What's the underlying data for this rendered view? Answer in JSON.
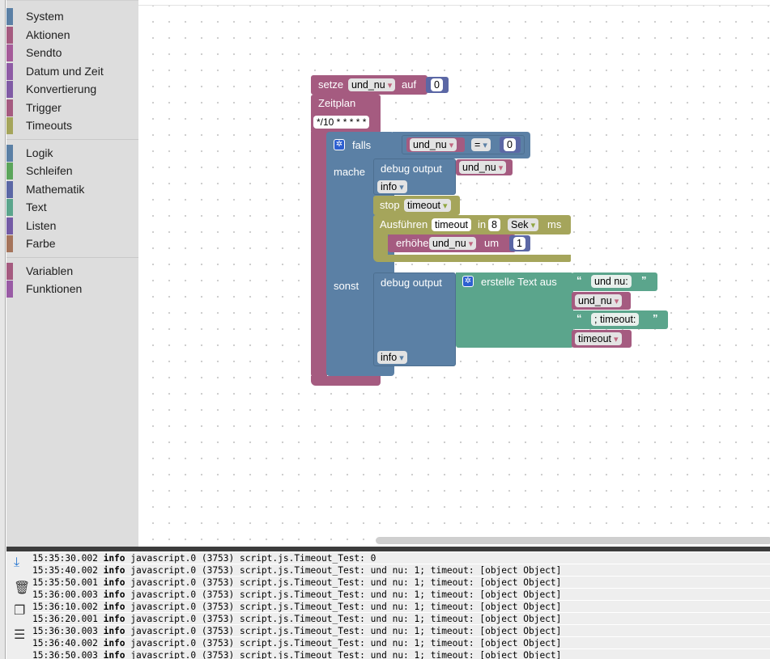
{
  "toolbox": {
    "groups": [
      [
        {
          "label": "System",
          "color": "#5b80a5"
        },
        {
          "label": "Aktionen",
          "color": "#a55b80"
        },
        {
          "label": "Sendto",
          "color": "#a55b99"
        },
        {
          "label": "Datum und Zeit",
          "color": "#8e5ba5"
        },
        {
          "label": "Konvertierung",
          "color": "#805ba5"
        },
        {
          "label": "Trigger",
          "color": "#a55b80"
        },
        {
          "label": "Timeouts",
          "color": "#a5a55b"
        }
      ],
      [
        {
          "label": "Logik",
          "color": "#5b80a5"
        },
        {
          "label": "Schleifen",
          "color": "#5ba55b"
        },
        {
          "label": "Mathematik",
          "color": "#5b67a5"
        },
        {
          "label": "Text",
          "color": "#5ba58c"
        },
        {
          "label": "Listen",
          "color": "#745ba5"
        },
        {
          "label": "Farbe",
          "color": "#a5745b"
        }
      ],
      [
        {
          "label": "Variablen",
          "color": "#a55b80"
        },
        {
          "label": "Funktionen",
          "color": "#995ba5"
        }
      ]
    ]
  },
  "blocks": {
    "set": {
      "label_set": "setze",
      "var": "und_nu",
      "label_to": "auf",
      "value": "0"
    },
    "schedule": {
      "label": "Zeitplan",
      "cron": "*/10 * * * * *"
    },
    "if": {
      "label_if": "falls",
      "label_do": "mache",
      "label_else": "sonst"
    },
    "compare": {
      "var": "und_nu",
      "op": "=",
      "value": "0"
    },
    "debug1": {
      "label": "debug output",
      "var": "und_nu",
      "level": "info"
    },
    "stop": {
      "label": "stop",
      "name": "timeout"
    },
    "run": {
      "label": "Ausführen",
      "name": "timeout",
      "label_in": "in",
      "delay": "8",
      "unit": "Sek",
      "label_ms": "ms"
    },
    "increment": {
      "label": "erhöhe",
      "var": "und_nu",
      "label_by": "um",
      "value": "1"
    },
    "debug2": {
      "label": "debug output",
      "level": "info"
    },
    "join": {
      "label": "erstelle Text aus",
      "text1": "und nu:",
      "var1": "und_nu",
      "text2": "; timeout:",
      "var2": "timeout"
    }
  },
  "log": {
    "rows": [
      {
        "time": "15:35:30.002",
        "level": "info",
        "message": "javascript.0 (3753) script.js.Timeout_Test: 0"
      },
      {
        "time": "15:35:40.002",
        "level": "info",
        "message": "javascript.0 (3753) script.js.Timeout_Test: und nu: 1; timeout: [object Object]"
      },
      {
        "time": "15:35:50.001",
        "level": "info",
        "message": "javascript.0 (3753) script.js.Timeout_Test: und nu: 1; timeout: [object Object]"
      },
      {
        "time": "15:36:00.003",
        "level": "info",
        "message": "javascript.0 (3753) script.js.Timeout_Test: und nu: 1; timeout: [object Object]"
      },
      {
        "time": "15:36:10.002",
        "level": "info",
        "message": "javascript.0 (3753) script.js.Timeout_Test: und nu: 1; timeout: [object Object]"
      },
      {
        "time": "15:36:20.001",
        "level": "info",
        "message": "javascript.0 (3753) script.js.Timeout_Test: und nu: 1; timeout: [object Object]"
      },
      {
        "time": "15:36:30.003",
        "level": "info",
        "message": "javascript.0 (3753) script.js.Timeout_Test: und nu: 1; timeout: [object Object]"
      },
      {
        "time": "15:36:40.002",
        "level": "info",
        "message": "javascript.0 (3753) script.js.Timeout_Test: und nu: 1; timeout: [object Object]"
      },
      {
        "time": "15:36:50.003",
        "level": "info",
        "message": "javascript.0 (3753) script.js.Timeout_Test: und nu: 1; timeout: [object Object]"
      }
    ]
  }
}
